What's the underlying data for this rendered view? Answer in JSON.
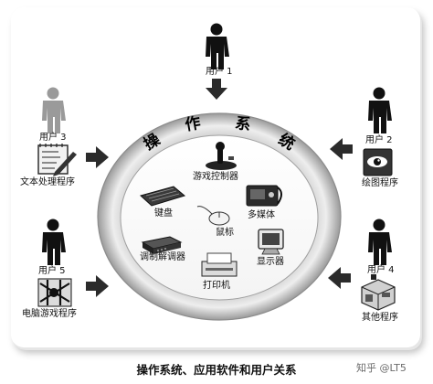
{
  "ring": {
    "title_chars": [
      "操",
      "作",
      "系",
      "统"
    ]
  },
  "users": {
    "user1": "用户 1",
    "user2": "用户 2",
    "user3": "用户 3",
    "user4": "用户 4",
    "user5": "用户 5"
  },
  "apps": {
    "drawing": "绘图程序",
    "text": "文本处理程序",
    "game": "电脑游戏程序",
    "other": "其他程序"
  },
  "devices": {
    "joystick": "游戏控制器",
    "keyboard": "键盘",
    "multimedia": "多媒体",
    "mouse": "鼠标",
    "modem": "调制解调器",
    "monitor": "显示器",
    "printer": "打印机"
  },
  "caption": "操作系统、应用软件和用户关系",
  "watermark": "知乎 @LT5"
}
